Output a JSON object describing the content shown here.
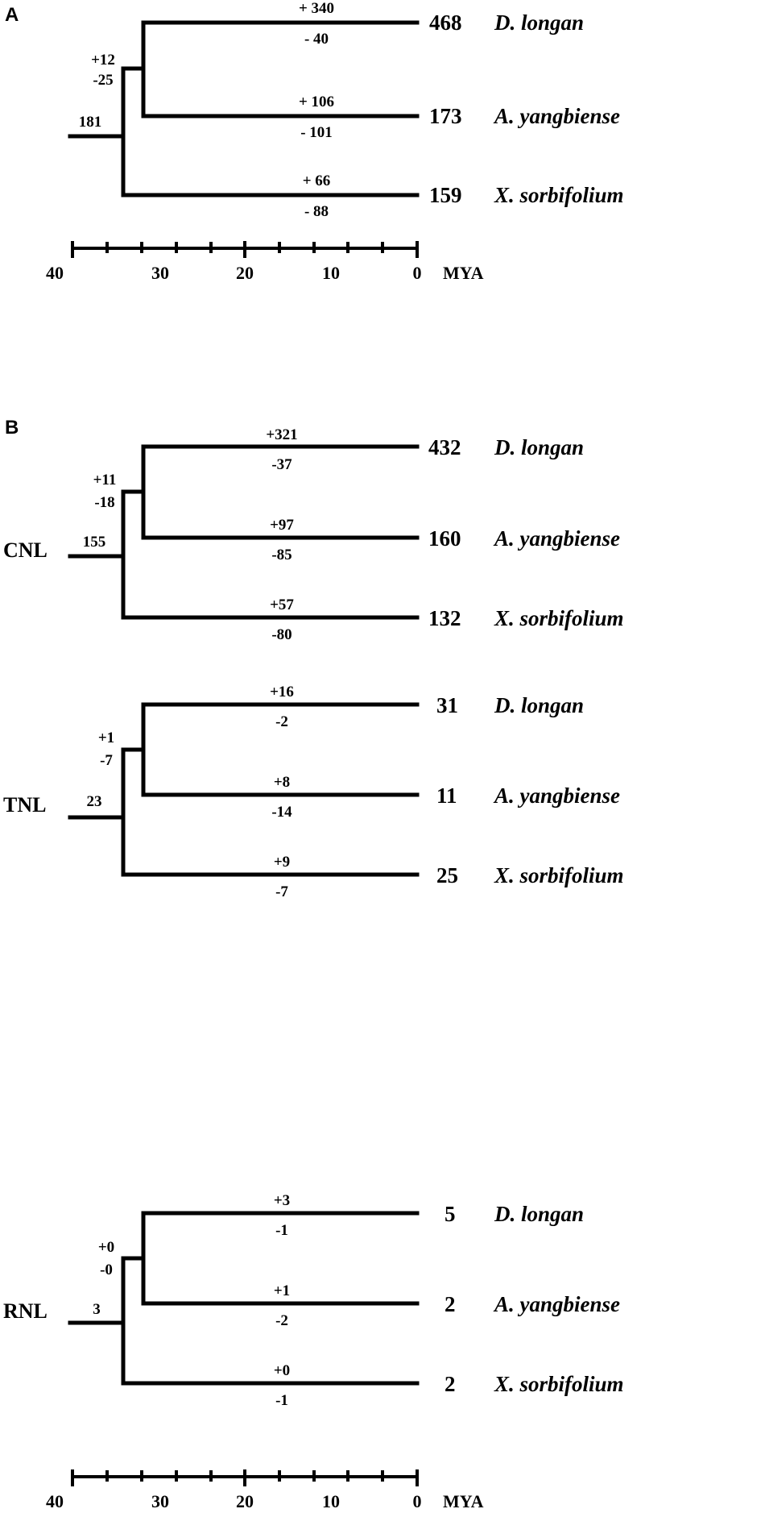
{
  "panels": [
    {
      "letter": "A",
      "group": "",
      "root_count": "181",
      "internal_gain": "+12",
      "internal_loss": "-25",
      "leaves": [
        {
          "gain": "+ 340",
          "loss": "- 40",
          "count": "468",
          "species": "D. longan"
        },
        {
          "gain": "+ 106",
          "loss": "- 101",
          "count": "173",
          "species": "A. yangbiense"
        },
        {
          "gain": "+ 66",
          "loss": "- 88",
          "count": "159",
          "species": "X. sorbifolium"
        }
      ]
    },
    {
      "letter": "B",
      "group": "CNL",
      "root_count": "155",
      "internal_gain": "+11",
      "internal_loss": "-18",
      "leaves": [
        {
          "gain": "+321",
          "loss": "-37",
          "count": "432",
          "species": "D. longan"
        },
        {
          "gain": "+97",
          "loss": "-85",
          "count": "160",
          "species": "A. yangbiense"
        },
        {
          "gain": "+57",
          "loss": "-80",
          "count": "132",
          "species": "X. sorbifolium"
        }
      ]
    },
    {
      "letter": "",
      "group": "TNL",
      "root_count": "23",
      "internal_gain": "+1",
      "internal_loss": "-7",
      "leaves": [
        {
          "gain": "+16",
          "loss": "-2",
          "count": "31",
          "species": "D. longan"
        },
        {
          "gain": "+8",
          "loss": "-14",
          "count": "11",
          "species": "A. yangbiense"
        },
        {
          "gain": "+9",
          "loss": "-7",
          "count": "25",
          "species": "X. sorbifolium"
        }
      ]
    },
    {
      "letter": "",
      "group": "RNL",
      "root_count": "3",
      "internal_gain": "+0",
      "internal_loss": "-0",
      "leaves": [
        {
          "gain": "+3",
          "loss": "-1",
          "count": "5",
          "species": "D. longan"
        },
        {
          "gain": "+1",
          "loss": "-2",
          "count": "2",
          "species": "A. yangbiense"
        },
        {
          "gain": "+0",
          "loss": "-1",
          "count": "2",
          "species": "X. sorbifolium"
        }
      ]
    }
  ],
  "axes": [
    {
      "ticks": [
        "40",
        "30",
        "20",
        "10",
        "0"
      ],
      "unit": "MYA"
    },
    {
      "ticks": [
        "40",
        "30",
        "20",
        "10",
        "0"
      ],
      "unit": "MYA"
    }
  ]
}
